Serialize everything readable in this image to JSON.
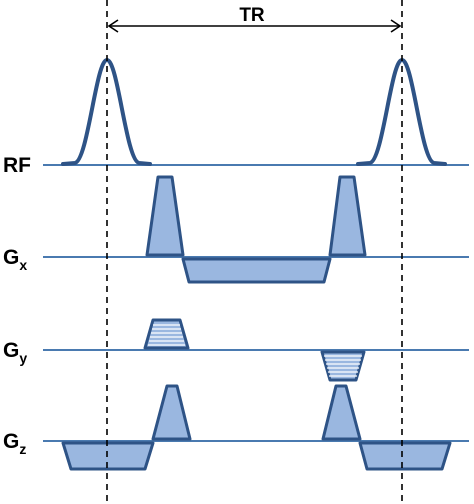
{
  "diagram": {
    "tr_label": "TR",
    "rows": [
      {
        "id": "rf",
        "main": "RF",
        "sub": ""
      },
      {
        "id": "gx",
        "main": "G",
        "sub": "x"
      },
      {
        "id": "gy",
        "main": "G",
        "sub": "y"
      },
      {
        "id": "gz",
        "main": "G",
        "sub": "z"
      }
    ],
    "colors": {
      "fill": "#9ab7e0",
      "stroke": "#2e5386",
      "baseline": "#4a7ab0"
    }
  }
}
